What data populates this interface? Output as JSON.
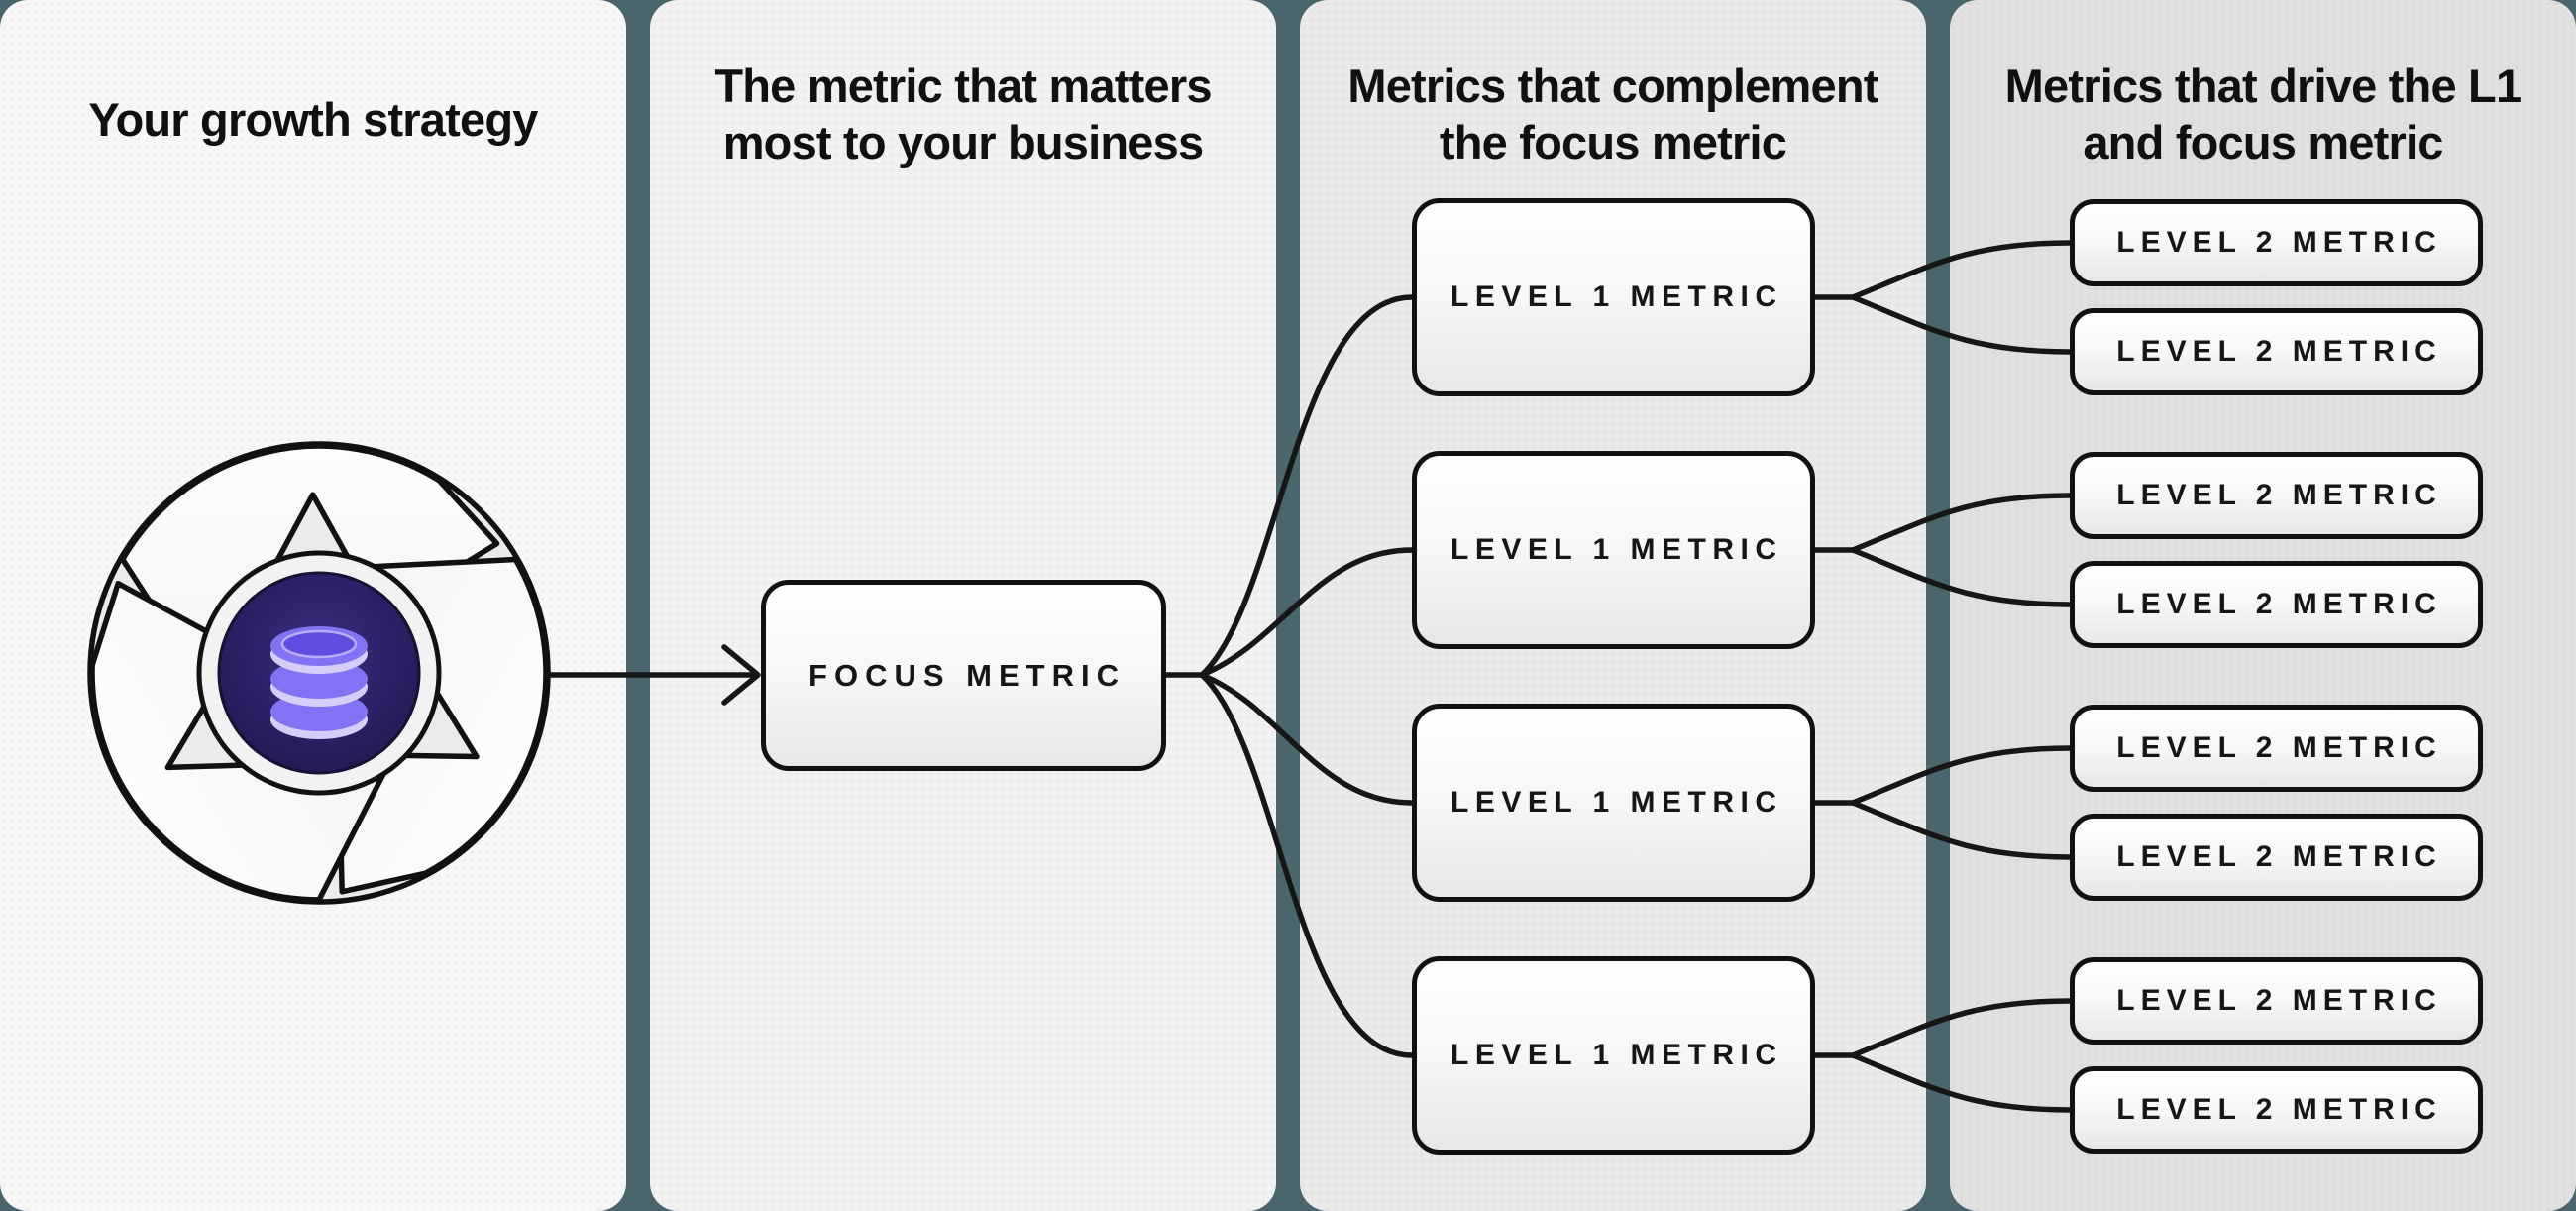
{
  "colors": {
    "background_teal": "#4a656c",
    "panel_strategy_bg": "#f7f7f8",
    "panel_focus_bg": "#f1f1f2",
    "panel_level1_bg": "#e9e9ea",
    "panel_level2_bg": "#e0e0e1",
    "connector_line": "#161616",
    "box_border": "#111111",
    "box_fill_top": "#ffffff",
    "box_fill_bottom": "#e7e7e8",
    "icon_purple_main": "#8273f4",
    "icon_purple_light": "#d6cdfb",
    "icon_purple_opening": "#5f4ee0",
    "icon_core_background": "#2c2166"
  },
  "panels": {
    "strategy": {
      "title": "Your growth strategy"
    },
    "focus": {
      "title_line1": "The metric that matters",
      "title_line2": "most to your business",
      "box_label": "FOCUS METRIC"
    },
    "level1": {
      "title_line1": "Metrics that complement",
      "title_line2": "the focus metric",
      "boxes": [
        {
          "label": "LEVEL 1 METRIC"
        },
        {
          "label": "LEVEL 1 METRIC"
        },
        {
          "label": "LEVEL 1 METRIC"
        },
        {
          "label": "LEVEL 1 METRIC"
        }
      ]
    },
    "level2": {
      "title_line1": "Metrics that drive the L1",
      "title_line2": "and focus metric",
      "boxes": [
        {
          "label": "LEVEL 2 METRIC"
        },
        {
          "label": "LEVEL 2 METRIC"
        },
        {
          "label": "LEVEL 2 METRIC"
        },
        {
          "label": "LEVEL 2 METRIC"
        },
        {
          "label": "LEVEL 2 METRIC"
        },
        {
          "label": "LEVEL 2 METRIC"
        },
        {
          "label": "LEVEL 2 METRIC"
        },
        {
          "label": "LEVEL 2 METRIC"
        }
      ]
    }
  },
  "icons": {
    "flywheel": "flywheel-icon",
    "database": "database-icon"
  }
}
